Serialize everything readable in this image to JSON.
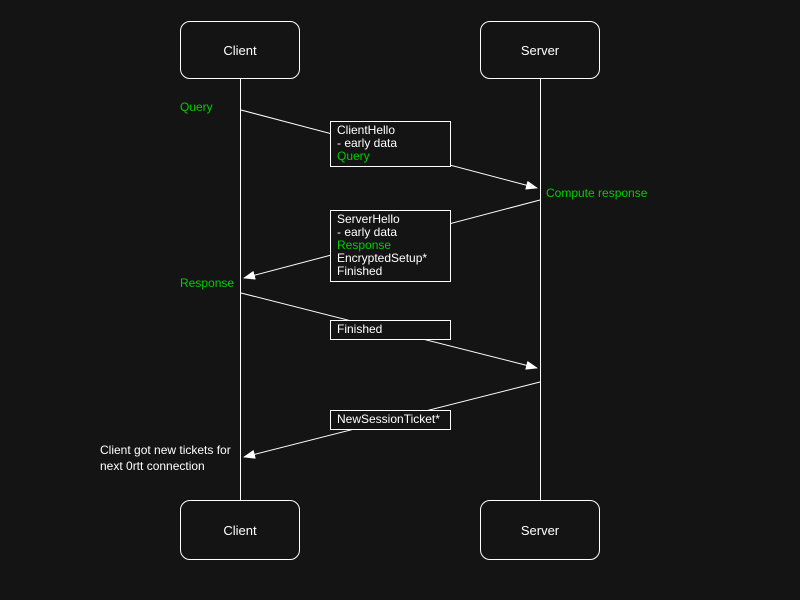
{
  "colors": {
    "background": "#141414",
    "foreground": "#ffffff",
    "accent_green": "#00cc00"
  },
  "actors": {
    "client_top": "Client",
    "server_top": "Server",
    "client_bottom": "Client",
    "server_bottom": "Server"
  },
  "messages": {
    "client_hello": {
      "direction": "client-to-server",
      "lines": [
        {
          "text": "ClientHello",
          "green": false
        },
        {
          "text": "- early data",
          "green": false
        },
        {
          "text": "Query",
          "green": true
        }
      ]
    },
    "server_hello": {
      "direction": "server-to-client",
      "lines": [
        {
          "text": "ServerHello",
          "green": false
        },
        {
          "text": "- early data",
          "green": false
        },
        {
          "text": "Response",
          "green": true
        },
        {
          "text": "EncryptedSetup*",
          "green": false
        },
        {
          "text": "Finished",
          "green": false
        }
      ]
    },
    "finished": {
      "direction": "client-to-server",
      "lines": [
        {
          "text": "Finished",
          "green": false
        }
      ]
    },
    "new_session_ticket": {
      "direction": "server-to-client",
      "lines": [
        {
          "text": "NewSessionTicket*",
          "green": false
        }
      ]
    }
  },
  "labels": {
    "query": "Query",
    "compute_response": "Compute response",
    "response": "Response",
    "note_line1": "Client got new tickets for",
    "note_line2": "next 0rtt connection"
  }
}
